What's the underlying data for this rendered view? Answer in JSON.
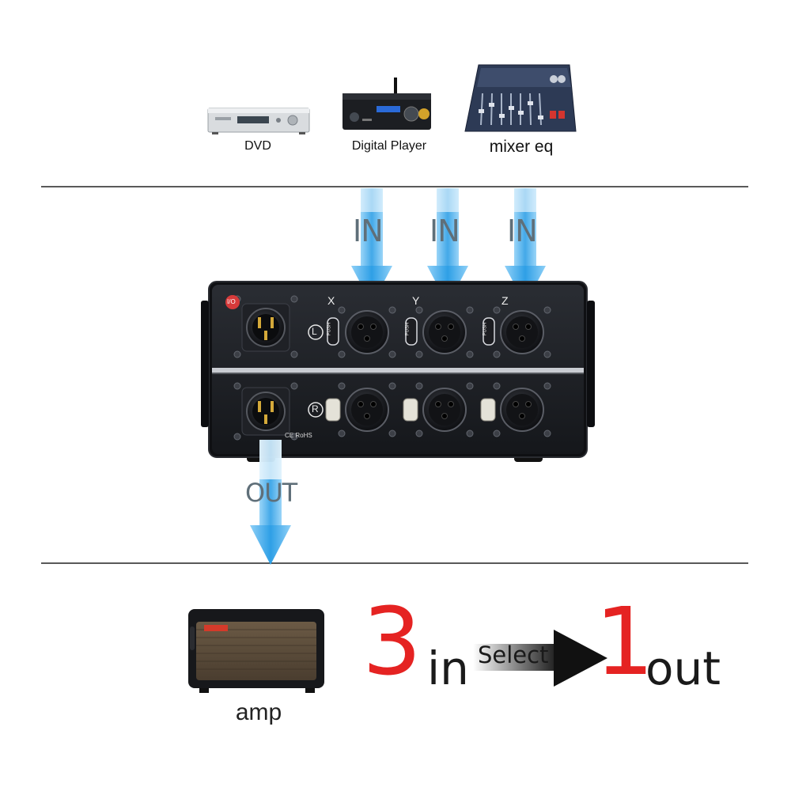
{
  "sources": {
    "dvd_label": "DVD",
    "digital_player_label": "Digital Player",
    "mixer_label": "mixer eq"
  },
  "arrows": {
    "in_label": "IN",
    "out_label": "OUT"
  },
  "device": {
    "channels": [
      "X",
      "Y",
      "Z"
    ],
    "left_mark": "L",
    "right_mark": "R",
    "push_label": "PUSH",
    "io_badge": "I/O",
    "cert_text": "CE RoHS"
  },
  "output": {
    "amp_label": "amp"
  },
  "tagline": {
    "num_in": "3",
    "word_in": "in",
    "select": "Select",
    "num_out": "1",
    "word_out": "out"
  },
  "colors": {
    "arrow_blue": "#2e9fe6",
    "accent_red": "#e52322",
    "device_body": "#1b1d22"
  }
}
